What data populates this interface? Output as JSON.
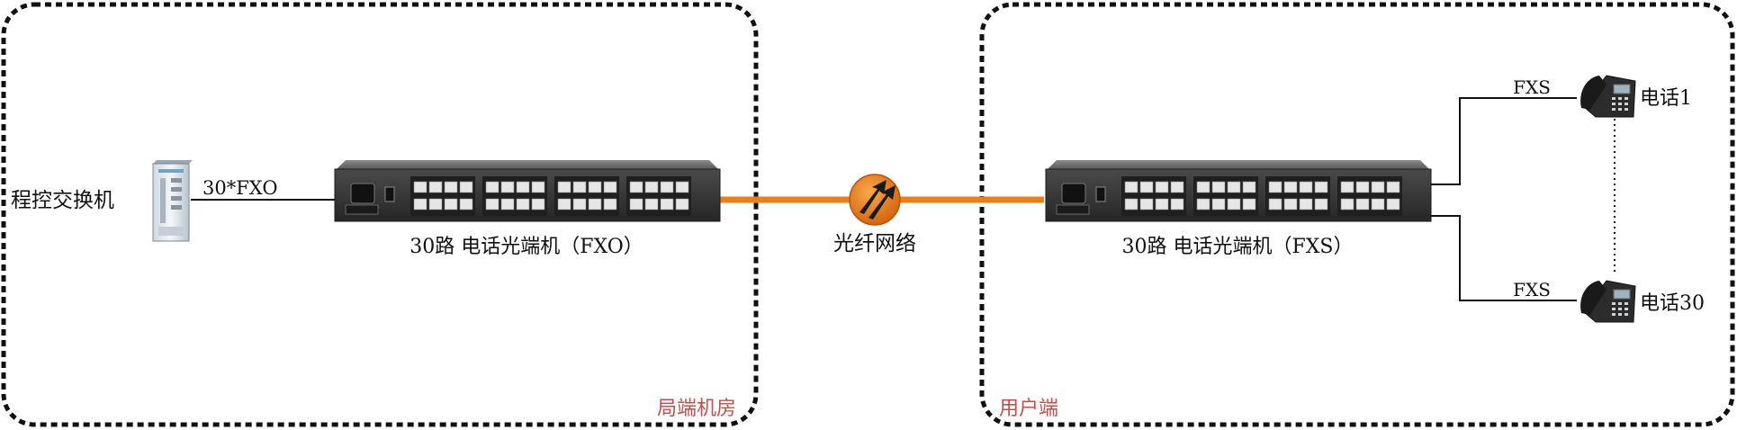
{
  "zones": {
    "left": {
      "label": "局端机房"
    },
    "right": {
      "label": "用户端"
    }
  },
  "colors": {
    "fiber": "#E8801E",
    "zone_label": "#C0504D",
    "border": "#111111",
    "device_body": "#3a3a3a"
  },
  "exchange": {
    "label": "程控交换机",
    "link_label": "30*FXO"
  },
  "device_left": {
    "label": "30路 电话光端机（FXO）"
  },
  "device_right": {
    "label": "30路 电话光端机（FXS）"
  },
  "fiber": {
    "label": "光纤网络",
    "icon": "fiber-network-icon"
  },
  "phones": [
    {
      "label": "电话1",
      "port_label": "FXS",
      "icon": "desk-phone-icon"
    },
    {
      "label": "电话30",
      "port_label": "FXS",
      "icon": "desk-phone-icon"
    }
  ]
}
